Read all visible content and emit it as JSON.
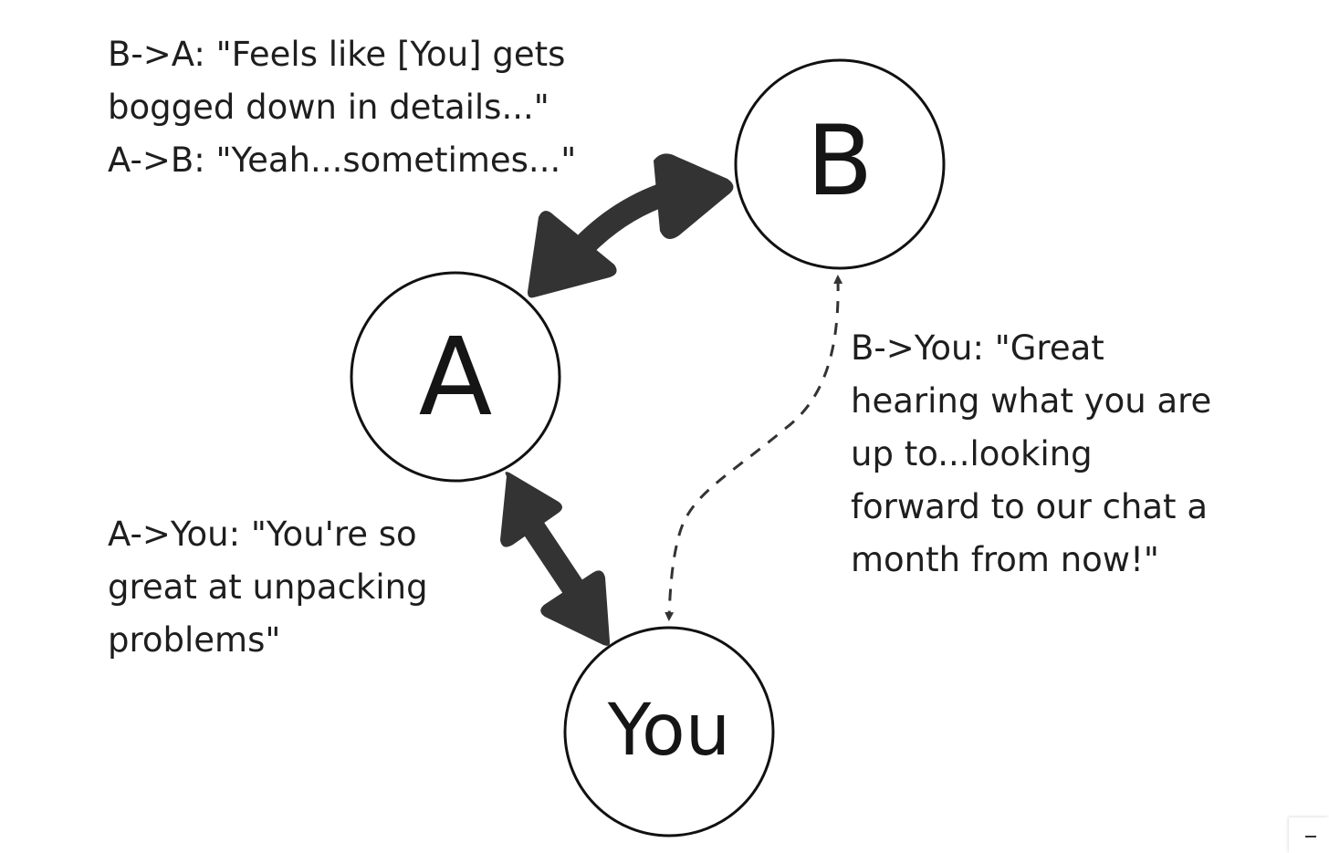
{
  "nodes": {
    "a": {
      "label": "A"
    },
    "b": {
      "label": "B"
    },
    "you": {
      "label": "You"
    }
  },
  "annotations": {
    "b_to_a": {
      "lines": [
        "B->A: \"Feels like [You] gets",
        "bogged down in details...\"",
        "A->B: \"Yeah...sometimes...\""
      ]
    },
    "a_to_you": {
      "lines": [
        "A->You: \"You're so",
        "great at unpacking",
        "problems\""
      ]
    },
    "b_to_you": {
      "lines": [
        "B->You: \"Great",
        "hearing what you are",
        "up to...looking",
        "forward to our chat a",
        "month from now!\""
      ]
    }
  },
  "colors": {
    "node_stroke": "#111111",
    "arrow_fill": "#333333",
    "text": "#1e1e1e"
  },
  "edges": [
    {
      "from": "a",
      "to": "b",
      "style": "thick-double-arrow"
    },
    {
      "from": "a",
      "to": "you",
      "style": "thick-double-arrow"
    },
    {
      "from": "b",
      "to": "you",
      "style": "dashed-double-arrow"
    }
  ]
}
